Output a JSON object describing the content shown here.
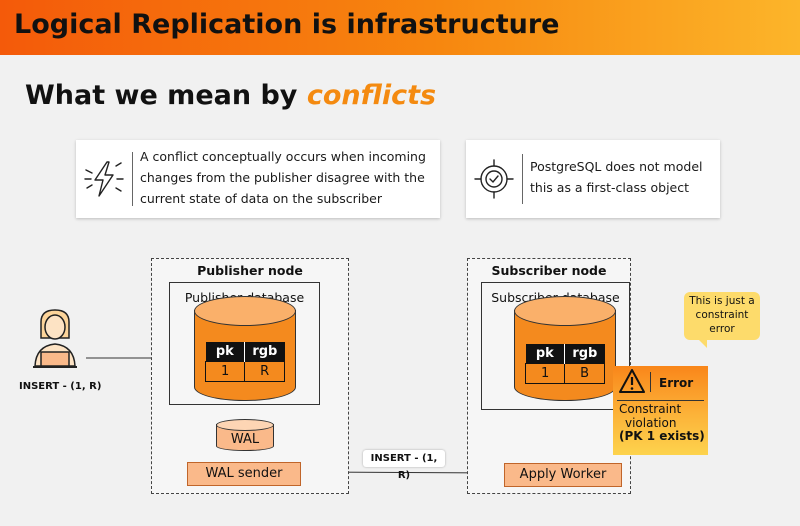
{
  "slide": {
    "title": "Logical Replication is infrastructure",
    "heading_prefix": "What we mean by ",
    "heading_accent": "conflicts"
  },
  "cards": {
    "definition": "A conflict conceptually occurs when incoming changes from the publisher disagree with the current state of data on the subscriber",
    "model": "PostgreSQL does not model this as a first-class object",
    "definition_icon": "lightning-icon",
    "model_icon": "target-check-icon"
  },
  "publisher": {
    "node_title": "Publisher node",
    "db_title": "Publisher database",
    "table": {
      "headers": [
        "pk",
        "rgb"
      ],
      "row": [
        "1",
        "R"
      ]
    },
    "wal_label": "WAL",
    "sender_label": "WAL sender"
  },
  "subscriber": {
    "node_title": "Subscriber node",
    "db_title": "Subscriber database",
    "table": {
      "headers": [
        "pk",
        "rgb"
      ],
      "row": [
        "1",
        "B"
      ]
    },
    "worker_label": "Apply Worker"
  },
  "user_insert_label": "INSERT - (1, R)",
  "flow_insert_label": "INSERT - (1, R)",
  "callout_text": "This is just a constraint error",
  "error": {
    "title": "Error",
    "line1": "Constraint",
    "line2": "violation",
    "line3": "(PK 1 exists)"
  },
  "colors": {
    "accent": "#f48a10",
    "db_fill": "#f48a1e",
    "callout": "#fddb6b"
  }
}
